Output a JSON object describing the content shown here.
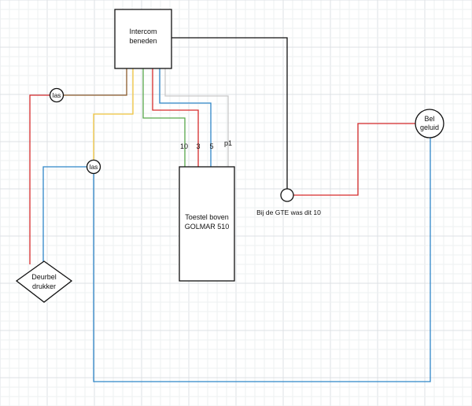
{
  "colors": {
    "background": "#ffffff",
    "grid_minor": "#eef0f2",
    "grid_major": "#dde0e4",
    "outline": "#111111",
    "wire_red": "#d62b2b",
    "wire_brown": "#8b5a2b",
    "wire_yellow": "#f2c53d",
    "wire_green": "#58a84a",
    "wire_blue": "#2f86c8",
    "wire_black": "#111111",
    "wire_light": "#c9c9c9"
  },
  "intercom": {
    "line1": "Intercom",
    "line2": "beneden"
  },
  "toestel": {
    "line1": "Toestel boven",
    "line2": "GOLMAR 510"
  },
  "terminals": {
    "t10": "10",
    "t3": "3",
    "t5": "5",
    "tp1": "p1"
  },
  "las_top": "las",
  "las_mid": "las",
  "bel": {
    "line1": "Bel",
    "line2": "geluid"
  },
  "deurbel": {
    "line1": "Deurbel",
    "line2": "drukker"
  },
  "gte_note": "Bij de GTE was dit 10"
}
